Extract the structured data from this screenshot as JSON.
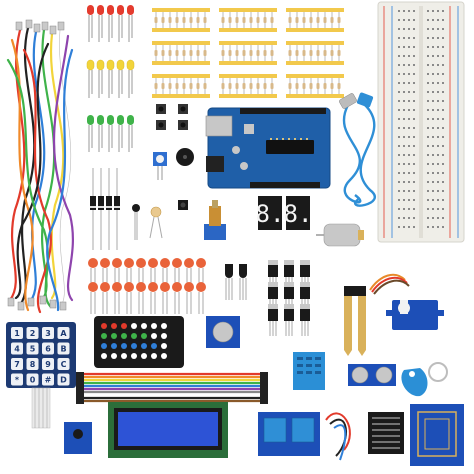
{
  "seven_segment": {
    "digit_1": "8.",
    "digit_2": "8."
  },
  "keypad": {
    "keys": [
      "1",
      "2",
      "3",
      "A",
      "4",
      "5",
      "6",
      "B",
      "7",
      "8",
      "9",
      "C",
      "*",
      "0",
      "#",
      "D"
    ]
  },
  "lcd": {
    "line_1": "",
    "line_2": ""
  },
  "colors": {
    "arduino_board": "#1f5fa8",
    "breadboard": "#efeee8",
    "red_led": "#e43b2e",
    "yellow_led": "#f2d43a",
    "green_led": "#3fb34a",
    "capacitor": "#e9633a",
    "servo": "#1d4fb7",
    "rfid_tag": "#2b8fd6",
    "jumper_red": "#e23a2b",
    "jumper_black": "#222222"
  }
}
